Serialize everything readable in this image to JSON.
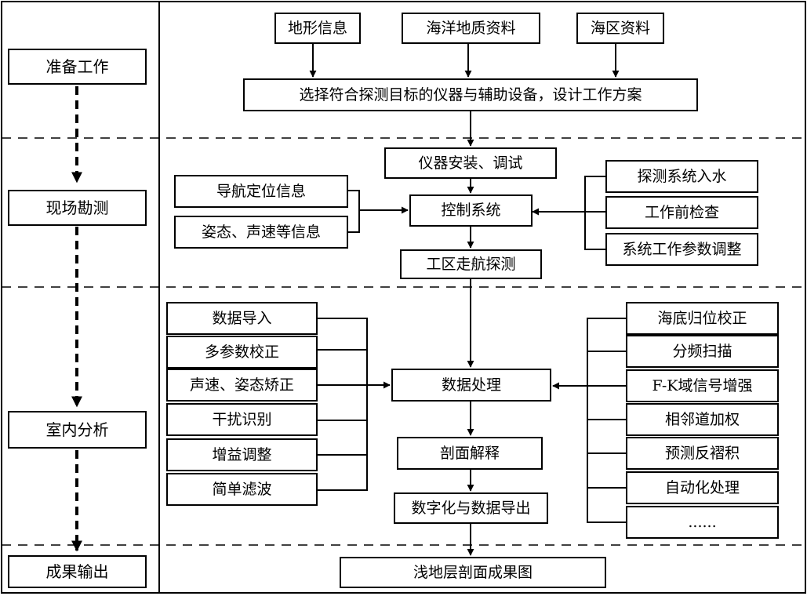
{
  "phases": {
    "prep": "准备工作",
    "survey": "现场勘测",
    "analysis": "室内分析",
    "output": "成果输出"
  },
  "prep": {
    "input_terrain": "地形信息",
    "input_geology": "海洋地质资料",
    "input_area": "海区资料",
    "plan": "选择符合探测目标的仪器与辅助设备，设计工作方案"
  },
  "survey": {
    "install": "仪器安装、调试",
    "control": "控制系统",
    "nav_info": "导航定位信息",
    "attitude_info": "姿态、声速等信息",
    "right_items": [
      "探测系统入水",
      "工作前检查",
      "系统工作参数调整"
    ],
    "sail": "工区走航探测"
  },
  "analysis": {
    "left_items": [
      "数据导入",
      "多参数校正",
      "声速、姿态矫正",
      "干扰识别",
      "增益调整",
      "简单滤波"
    ],
    "right_items": [
      "海底归位校正",
      "分频扫描",
      "F-K域信号增强",
      "相邻道加权",
      "预测反褶积",
      "自动化处理",
      "......"
    ],
    "process": "数据处理",
    "interpret": "剖面解释",
    "digitize": "数字化与数据导出"
  },
  "output": {
    "result": "浅地层剖面成果图"
  }
}
